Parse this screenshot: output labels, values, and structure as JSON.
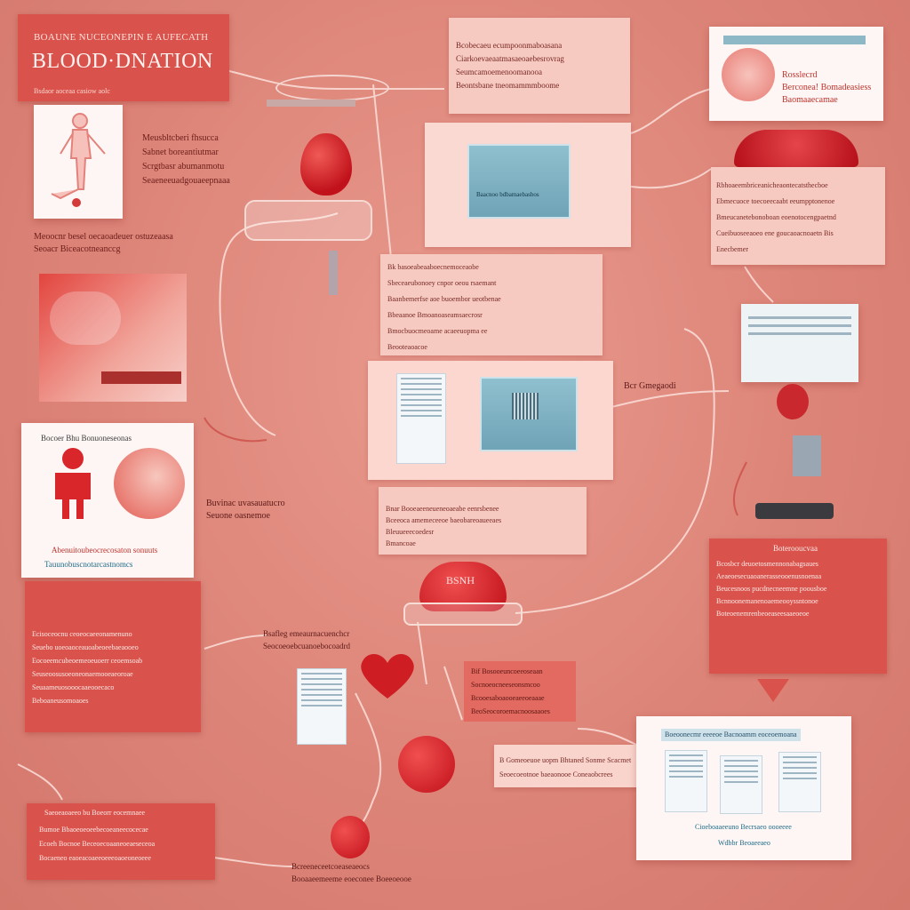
{
  "header": {
    "top_line": "BOAUNE NUCEONEPIN E AUFECATH",
    "title": "BLOOD·DNATION",
    "sub_line": "Bsdaor aoceaa casiow aolc"
  },
  "left_top": {
    "text_block": [
      "Meusbltcberi fhsucca",
      "Sabnet boreantiutmar",
      "Scrgtbasr abumanmotu",
      "Seaeneeuadgouaeepnaaa"
    ],
    "caption": [
      "Meoocnr besel oecaoadeuer ostuzeaasa",
      "Seoacr Biceacotneanccg"
    ]
  },
  "top_center_box": {
    "lines": [
      "Bcobecaeu ecumpoonmaboasana",
      "Ciarkoevaeaatmasaeoaebesrovrag",
      "Seumcamoemenoomanooa",
      "Beontsbane tneomammmboome"
    ]
  },
  "top_right_card": {
    "lines": [
      "Rosslecrd",
      "Berconea! Bomadeasiess",
      "Baomaaecamae"
    ]
  },
  "screen_card": {
    "label": "Baacnoo bdbamaebasbos"
  },
  "right_list": {
    "lines": [
      "Rbhoaeembriceanicheaontecatsthecboe",
      "Ebmecuoce toecoeecaabt eeumpptonenoe",
      "Bmeucanetebonoboan eoenotocengpaetnd",
      "Cueibuoseeaoeo ene goucaoacnoaetn Bis",
      "Enecbemer"
    ]
  },
  "center_list": {
    "lines": [
      "Bk basoeabeaaboecnemoceaobe",
      "Sbeceaeubonoey cnpor oeou rsaemant",
      "Baanbemerfse aoe buoembor ueotbenae",
      "Bbeaanoe Bmoanoaseamsaecrosr",
      "Bmocbuocmeoame acaeeuopma ee",
      "Beooteaoacoe"
    ]
  },
  "center_monitor_caption": "Bcr Gmegaodi",
  "left_white_card": {
    "heading": "Bocoer Bhu Bonuoneseonas",
    "line1": "Abenuitoubeocrecosaton sonuuts",
    "line2": "Tauunobuscnotarcastnomcs"
  },
  "left_mid_caption": [
    "Buvinac uvasauatucro",
    "Seuone oasnemoe"
  ],
  "center_lower_box": {
    "lines": [
      "Bnar Booeaeeneueneoaeabe eenrsbenee",
      "Bceeoca amemeceeoe baeobareoaueeaes",
      "Bleuueeecoedesr",
      "Bmancoae"
    ]
  },
  "heart_label": "BSNH",
  "right_red_box": {
    "heading": "Boterooucvaa",
    "lines": [
      "Bcosbcr deuoetosmennonabagsaues",
      "Aeaeoesecuaoanerasseooenusnoenaa",
      "Beucesnoos pucdnecneemne poousboe",
      "Bcnnoonemanenoaemeooyssntonoe",
      "Boteoenemrenbeoeaseesaaeoeoe"
    ]
  },
  "left_red_box": {
    "lines": [
      "Ecisoceocnu ceoeocaeeonamenuno",
      "Seuebo uoeoaoceauoabeoeebaeaooeo",
      "Eocoeemcubeoemeoeuoerr ceoemsoab",
      "Seuseoosusoeoneonaemooeaeoroae",
      "Seuaameuosooocaaeooecaco",
      "Beboaneusomoaoes"
    ]
  },
  "middle_caption": [
    "Bsafleg emeaurnacuenchcr",
    "Seocoeoebcuanoebocoadrd"
  ],
  "small_red_box": {
    "lines": [
      "Bif Bosooeuncoeeoseaan",
      "Socnoeocneeseonsmcoo",
      "Bcooesaboaooeaeeoeaaae",
      "BeoSeocoroemacnoosaaoes"
    ]
  },
  "bottom_center_caption": {
    "lines": [
      "B Gomeoeuoe uopm Bhtaned Sonme Scacmet",
      "Seoecoeotnoe baeaonooe Coneaobcrees"
    ]
  },
  "bottom_right_card": {
    "header": "Boeoonecmr eeeeoe Bacnoamm eoceoemoana",
    "line1": "Cioeboaaeeuno Becrsaeo oooeeee",
    "line2": "Wdbbr Beoaeeaeo"
  },
  "bottom_left_box": {
    "heading": "Saeoeaoaeeo bu Boeorr eocemnaee",
    "lines": [
      "Bumoe Bbaoeoeoeebecoeaneecocecae",
      "Ecoeh Bocnoe Beceoecoaaneoeaeseceoa",
      "Bocaeneo eaoeacoaeeoeeeoaoeoneoeee"
    ]
  },
  "bottom_caption": [
    "Bcreeneceetcoeaseaeocs",
    "Booaaeemeeme eoeconee Boeeoeooe"
  ],
  "colors": {
    "background": "#dd8478",
    "panel_red": "#d9534c",
    "panel_pink": "#f6c9c1",
    "blood_red": "#c1121b",
    "screen_blue": "#7fb1c3"
  }
}
